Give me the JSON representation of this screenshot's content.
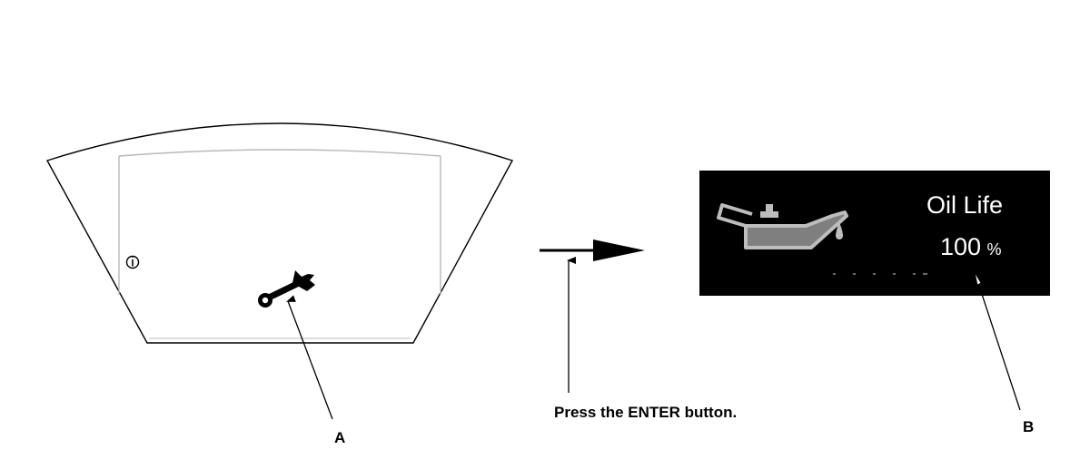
{
  "callouts": {
    "a": "A",
    "b": "B"
  },
  "instruction": "Press the ENTER button.",
  "display": {
    "title": "Oil Life",
    "value": "100",
    "unit": "%",
    "oil_life_percent": 100
  },
  "icons": {
    "info": "info-icon",
    "maintenance": "wrench-icon",
    "oil": "oil-can-icon"
  },
  "colors": {
    "display_background": "#000000",
    "display_text": "#ffffff",
    "oil_can_outline": "#bdbdbd",
    "oil_can_fill": "#7f7f7f",
    "line": "#000000"
  }
}
